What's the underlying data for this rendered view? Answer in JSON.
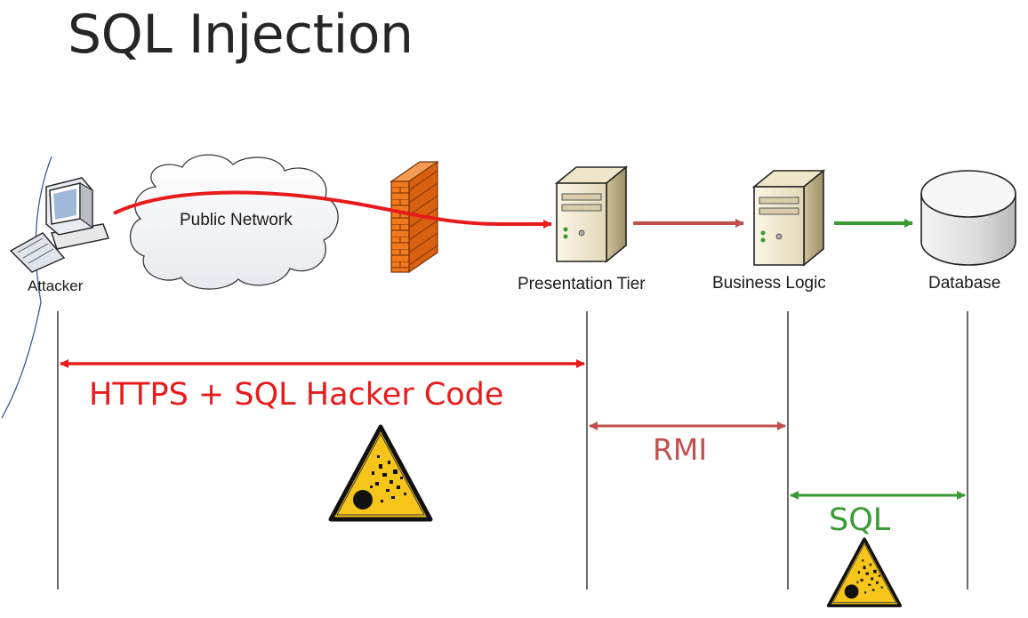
{
  "title": "SQL Injection",
  "nodes": {
    "attacker": "Attacker",
    "public_network": "Public Network",
    "presentation_tier": "Presentation Tier",
    "business_logic": "Business Logic",
    "database": "Database"
  },
  "flows": {
    "https": {
      "label": "HTTPS + SQL Hacker Code",
      "color": "#e81b1b"
    },
    "rmi": {
      "label": "RMI",
      "color": "#c0504d"
    },
    "sql": {
      "label": "SQL",
      "color": "#3a9a33"
    }
  },
  "colors": {
    "attack_path": "#e81b1b",
    "warning_fill": "#f6c51b",
    "firewall": "#f07a1e"
  },
  "icons": [
    "attacker-computer-icon",
    "cloud-icon",
    "firewall-icon",
    "server-icon",
    "database-icon",
    "explosion-warning-icon"
  ]
}
